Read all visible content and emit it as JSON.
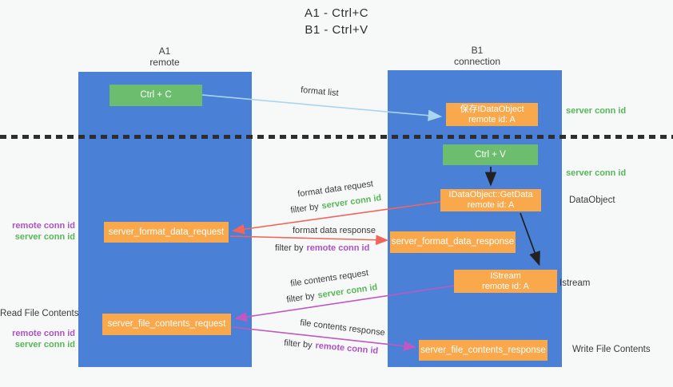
{
  "title": {
    "line1": "A1 - Ctrl+C",
    "line2": "B1 - Ctrl+V"
  },
  "lanes": {
    "left": {
      "name": "A1",
      "sub": "remote"
    },
    "right": {
      "name": "B1",
      "sub": "connection"
    }
  },
  "nodes": {
    "ctrl_c": "Ctrl + C",
    "ctrl_v": "Ctrl + V",
    "save_idataobject": {
      "line1": "保存IDataObject",
      "line2": "remote id: A"
    },
    "getdata": {
      "line1": "IDataObject::GetData",
      "line2": "remote id: A"
    },
    "istream": {
      "line1": "IStream",
      "line2": "remote id: A"
    },
    "format_request": "server_format_data_request",
    "format_response": "server_format_data_response",
    "file_request": "server_file_contents_request",
    "file_response": "server_file_contents_response"
  },
  "edge_labels": {
    "format_list": "format list",
    "format_data_request": "format data request",
    "format_data_response": "format data response",
    "file_contents_request": "file contents request",
    "file_contents_response": "file contents response",
    "filter_by": "filter by",
    "server_conn_id": "server conn id",
    "remote_conn_id": "remote conn id"
  },
  "side_labels": {
    "server_conn_id": "server conn id",
    "remote_conn_id": "remote conn id",
    "dataobject": "DataObject",
    "istream": "Istream",
    "read_file_contents": "Read File Contents",
    "write_file_contents": "Write File Contents"
  },
  "colors": {
    "lane_blue": "#4a80d6",
    "node_orange": "#f9a94b",
    "node_green": "#6cbe6e",
    "arrow_light_blue": "#a9d5f2",
    "arrow_red": "#f2655c",
    "arrow_magenta": "#bf58c0",
    "arrow_black": "#222222",
    "text_green": "#57b757",
    "text_purple": "#ad52c6"
  }
}
